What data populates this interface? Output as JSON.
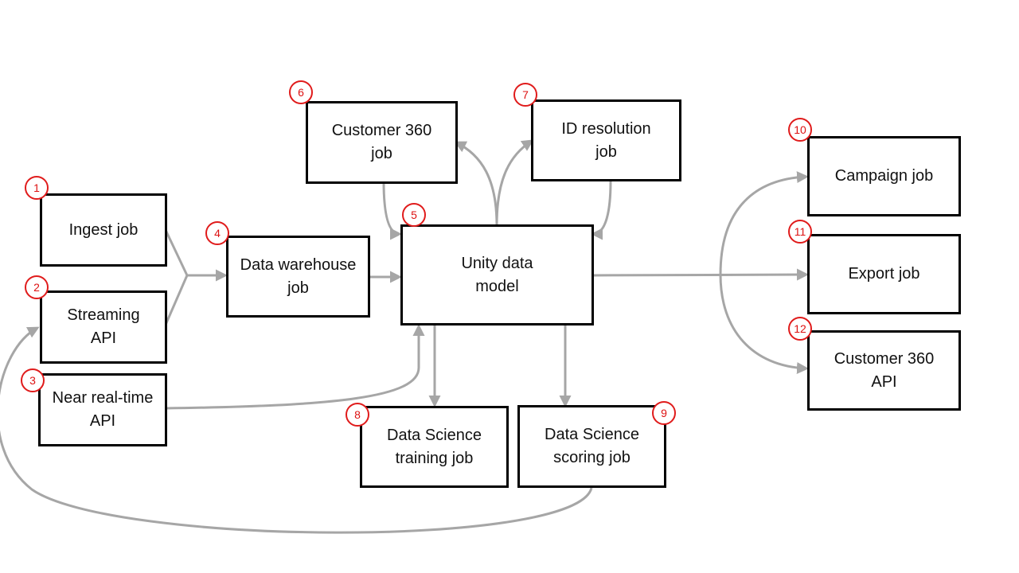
{
  "nodes": [
    {
      "id": "ingest",
      "label": "Ingest job",
      "badge": "1"
    },
    {
      "id": "stream",
      "label": "Streaming\nAPI",
      "badge": "2"
    },
    {
      "id": "nrt",
      "label": "Near real-time\nAPI",
      "badge": "3"
    },
    {
      "id": "dwh",
      "label": "Data warehouse\njob",
      "badge": "4"
    },
    {
      "id": "unity",
      "label": "Unity data\nmodel",
      "badge": "5"
    },
    {
      "id": "c360job",
      "label": "Customer 360\njob",
      "badge": "6"
    },
    {
      "id": "idres",
      "label": "ID resolution\njob",
      "badge": "7"
    },
    {
      "id": "dstrain",
      "label": "Data Science\ntraining job",
      "badge": "8"
    },
    {
      "id": "dsscore",
      "label": "Data Science\nscoring job",
      "badge": "9"
    },
    {
      "id": "campaign",
      "label": "Campaign job",
      "badge": "10"
    },
    {
      "id": "export",
      "label": "Export job",
      "badge": "11"
    },
    {
      "id": "c360api",
      "label": "Customer 360\nAPI",
      "badge": "12"
    }
  ],
  "edges": [
    {
      "from": "ingest",
      "to": "dwh"
    },
    {
      "from": "stream",
      "to": "dwh"
    },
    {
      "from": "dwh",
      "to": "unity"
    },
    {
      "from": "nrt",
      "to": "unity"
    },
    {
      "from": "unity",
      "to": "c360job"
    },
    {
      "from": "unity",
      "to": "idres"
    },
    {
      "from": "c360job",
      "to": "unity"
    },
    {
      "from": "idres",
      "to": "unity"
    },
    {
      "from": "unity",
      "to": "dstrain"
    },
    {
      "from": "unity",
      "to": "dsscore"
    },
    {
      "from": "unity",
      "to": "campaign"
    },
    {
      "from": "unity",
      "to": "export"
    },
    {
      "from": "unity",
      "to": "c360api"
    },
    {
      "from": "dsscore",
      "to": "stream"
    }
  ],
  "colors": {
    "box_border": "#000000",
    "edge": "#a6a6a6",
    "badge": "#e01b1b"
  }
}
